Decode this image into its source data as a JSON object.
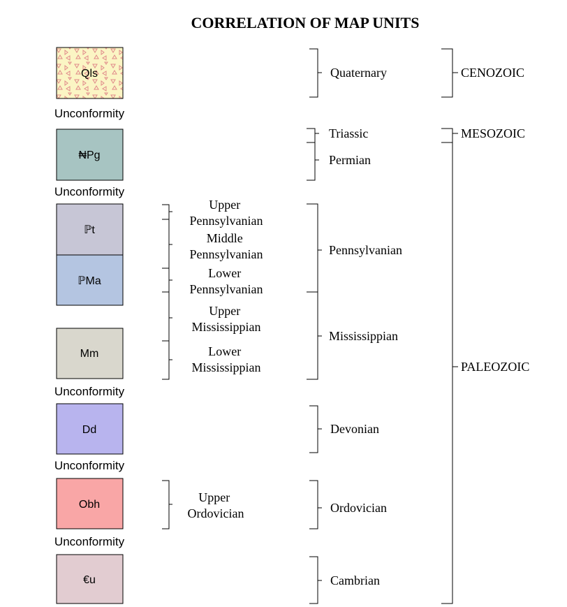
{
  "title": "CORRELATION OF MAP UNITS",
  "map_units": [
    {
      "symbol": "Qls",
      "color": "#fbf5c4",
      "pattern": "triangles"
    },
    {
      "symbol": "₦Pg",
      "color": "#a7c4c2"
    },
    {
      "symbol": "ℙt",
      "color": "#c7c6d6"
    },
    {
      "symbol": "ℙMa",
      "color": "#b4c5e1"
    },
    {
      "symbol": "Mm",
      "color": "#d9d7cd"
    },
    {
      "symbol": "Dd",
      "color": "#b8b4ee"
    },
    {
      "symbol": "Obh",
      "color": "#f9a6a6"
    },
    {
      "symbol": "€u",
      "color": "#e2ccd1"
    }
  ],
  "unconformity_label": "Unconformity",
  "subdivisions": [
    [
      "Upper",
      "Pennsylvanian"
    ],
    [
      "Middle",
      "Pennsylvanian"
    ],
    [
      "Lower",
      "Pennsylvanian"
    ],
    [
      "Upper",
      "Mississippian"
    ],
    [
      "Lower",
      "Mississippian"
    ],
    [
      "Upper",
      "Ordovician"
    ]
  ],
  "periods": [
    "Quaternary",
    "Triassic",
    "Permian",
    "Pennsylvanian",
    "Mississippian",
    "Devonian",
    "Ordovician",
    "Cambrian"
  ],
  "eras": [
    "CENOZOIC",
    "MESOZOIC",
    "PALEOZOIC"
  ]
}
